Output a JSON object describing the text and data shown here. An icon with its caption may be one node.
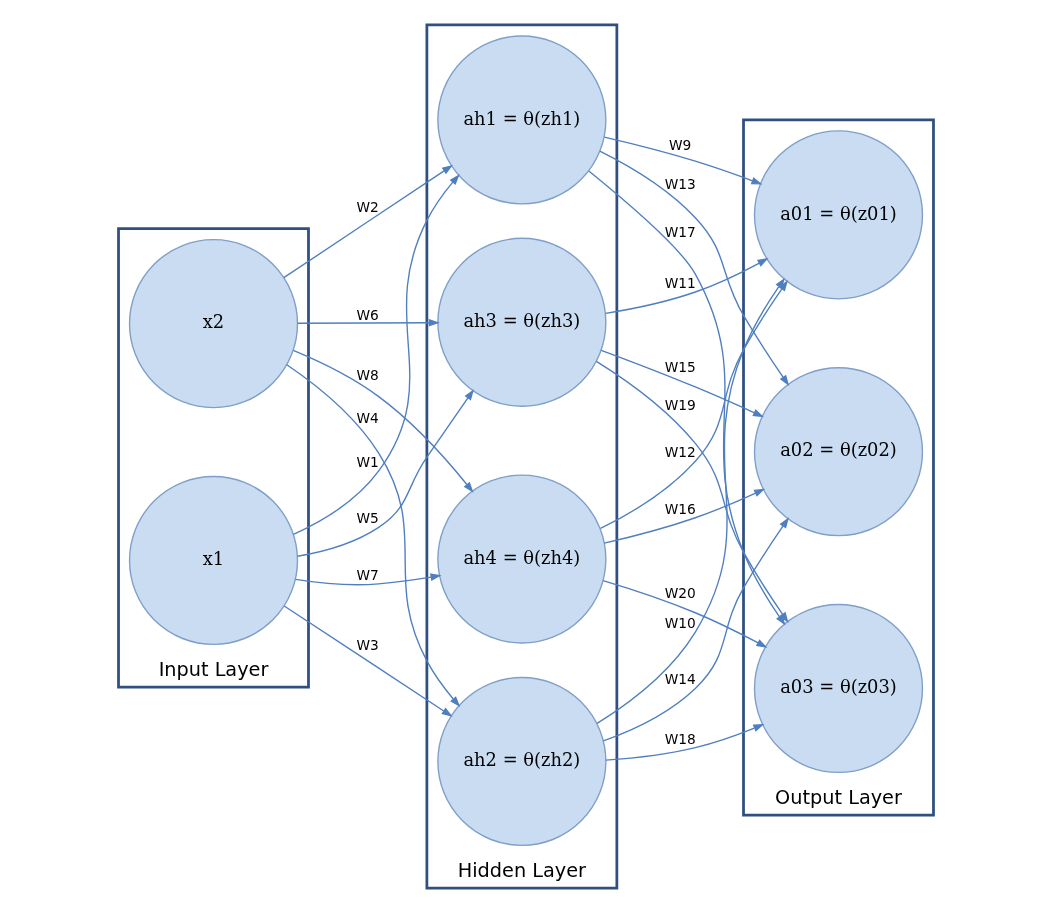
{
  "diagram": {
    "nodes": [
      {
        "text": [
          "Input Layer"
        ]
      },
      {
        "text": [
          "x1"
        ],
        "in": 0
      },
      {
        "text": [
          "x2"
        ],
        "in": 0
      },
      {
        "text": [
          "Hidden Layer"
        ]
      },
      {
        "text": [
          "ah1 = θ(zh1)"
        ],
        "in": 3
      },
      {
        "text": [
          "ah2 = θ(zh2)"
        ],
        "in": 3
      },
      {
        "text": [
          "ah3 = θ(zh3)"
        ],
        "in": 3
      },
      {
        "text": [
          "ah4 = θ(zh4)"
        ],
        "in": 3
      },
      {
        "text": [
          "Output Layer"
        ]
      },
      {
        "text": [
          "a01 = θ(z01)"
        ],
        "in": 8
      },
      {
        "text": [
          "a02 = θ(z02)"
        ],
        "in": 8
      },
      {
        "text": [
          "a03 = θ(z03)"
        ],
        "in": 8
      }
    ],
    "edges": [
      {
        "from": 1,
        "to": 4,
        "arrow": "to",
        "label": "W1"
      },
      {
        "from": 2,
        "to": 4,
        "arrow": "to",
        "label": "W2"
      },
      {
        "from": 1,
        "to": 5,
        "arrow": "to",
        "label": "W3"
      },
      {
        "from": 2,
        "to": 5,
        "arrow": "to",
        "label": "W4"
      },
      {
        "from": 1,
        "to": 6,
        "arrow": "to",
        "label": "W5"
      },
      {
        "from": 2,
        "to": 6,
        "arrow": "to",
        "label": "W6"
      },
      {
        "from": 1,
        "to": 7,
        "arrow": "to",
        "label": "W7"
      },
      {
        "from": 2,
        "to": 7,
        "arrow": "to",
        "label": "W8"
      },
      {
        "from": 4,
        "to": 9,
        "arrow": "to",
        "label": "W9"
      },
      {
        "from": 5,
        "to": 9,
        "arrow": "to",
        "label": "W10"
      },
      {
        "from": 6,
        "to": 9,
        "arrow": "to",
        "label": "W11"
      },
      {
        "from": 7,
        "to": 9,
        "arrow": "to",
        "label": "W12"
      },
      {
        "from": 4,
        "to": 10,
        "arrow": "to",
        "label": "W13"
      },
      {
        "from": 5,
        "to": 10,
        "arrow": "to",
        "label": "W14"
      },
      {
        "from": 6,
        "to": 10,
        "arrow": "to",
        "label": "W15"
      },
      {
        "from": 7,
        "to": 10,
        "arrow": "to",
        "label": "W16"
      },
      {
        "from": 4,
        "to": 11,
        "arrow": "to",
        "label": "W17"
      },
      {
        "from": 5,
        "to": 11,
        "arrow": "to",
        "label": "W18"
      },
      {
        "from": 6,
        "to": 11,
        "arrow": "to",
        "label": "W19"
      },
      {
        "from": 7,
        "to": 11,
        "arrow": "to",
        "label": "W20"
      }
    ]
  }
}
